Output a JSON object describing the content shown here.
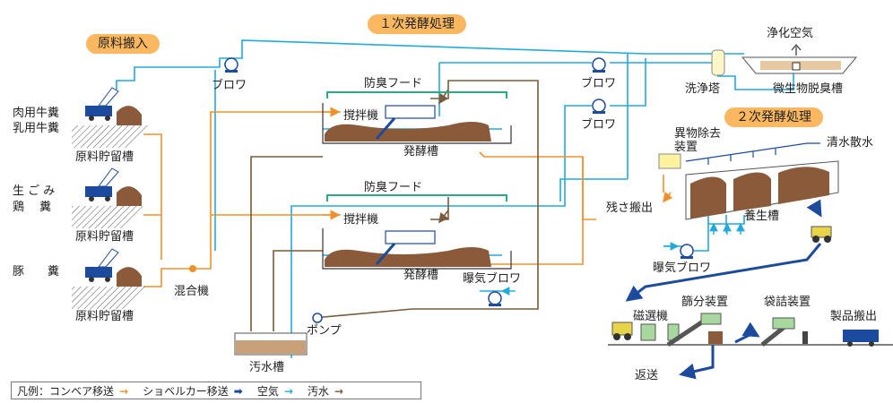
{
  "titles": {
    "primary": "１次発酵処理",
    "intake": "原料搬入",
    "secondary": "２次発酵処理"
  },
  "sources": [
    {
      "label": "肉用牛糞\n乳用牛糞",
      "tank": "原料貯留槽"
    },
    {
      "label": "生 ご み\n鶏　 糞",
      "tank": "原料貯留槽"
    },
    {
      "label": "豚　　糞",
      "tank": "原料貯留槽"
    }
  ],
  "labels": {
    "mixer": "混合機",
    "blower_left": "ブロワ",
    "blower_mid1": "ブロワ",
    "blower_mid2": "ブロワ",
    "hood1": "防臭フード",
    "hood2": "防臭フード",
    "agitator1": "撹拌機",
    "agitator2": "撹拌機",
    "ferment1": "発酵槽",
    "ferment2": "発酵槽",
    "aeration_blower": "曝気ブロワ",
    "pump": "ポンプ",
    "wastewater_tank": "汚水槽",
    "purified_air": "浄化空気",
    "scrubber": "洗浄塔",
    "bio_deodorizer": "微生物脱臭槽",
    "foreign_removal": "異物除去\n装置",
    "fresh_water_spray": "清水散水",
    "residue_out": "残さ搬出",
    "curing_tank": "養生槽",
    "aeration_blower2": "曝気ブロワ",
    "magnetic_separator": "磁選機",
    "sieve": "篩分装置",
    "bagging": "袋詰装置",
    "product_out": "製品搬出",
    "return": "返送"
  },
  "legend": {
    "prefix": "凡例：",
    "items": [
      {
        "label": "コンベア移送",
        "arrow": "→",
        "color": "#f0902a"
      },
      {
        "label": "ショベルカー移送",
        "arrow": "➡",
        "color": "#1c4a9c"
      },
      {
        "label": "空気",
        "arrow": "→",
        "color": "#22aadd"
      },
      {
        "label": "汚水",
        "arrow": "→",
        "color": "#7a5a3a"
      }
    ]
  },
  "colors": {
    "conveyor": "#f0902a",
    "shovel": "#1c4a9c",
    "air": "#22aadd",
    "wastewater": "#7a5a3a",
    "hood": "#2aa888",
    "compost": "#8a5a3a",
    "badge": "#fbb860"
  }
}
